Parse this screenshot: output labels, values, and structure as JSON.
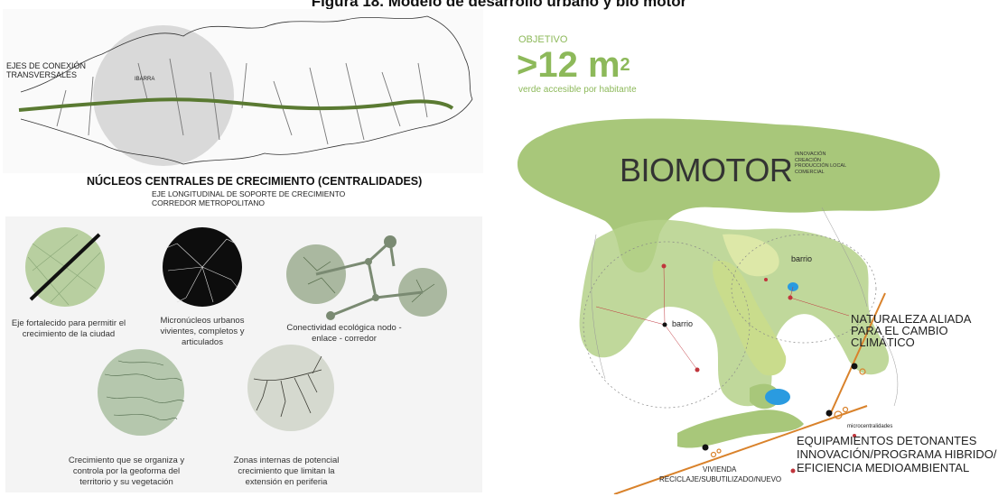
{
  "figure_title": "Figura 18. Modelo de desarrollo urbano y bio motor",
  "map_panel": {
    "label_ejes": "EJES DE CONEXIÓN TRANSVERSALES",
    "label_center": "IBARRA",
    "heading": "NÚCLEOS CENTRALES DE CRECIMIENTO (CENTRALIDADES)",
    "sub1": "EJE LONGITUDINAL DE SOPORTE DE CRECIMIENTO",
    "sub2": "CORREDOR METROPOLITANO"
  },
  "circles_panel": {
    "c1": "Eje fortalecido para permitir el crecimiento de la ciudad",
    "c2": "Micronúcleos urbanos vivientes, completos y articulados",
    "c3": "Conectividad ecológica nodo - enlace - corredor",
    "c4": "Crecimiento que se organiza y controla por la geoforma del territorio y su vegetación",
    "c5": "Zonas internas de potencial crecimiento que limitan la extensión en periferia"
  },
  "objective": {
    "label": "OBJETIVO",
    "value": ">12 m",
    "unit_sup": "2",
    "desc": "verde accesible por habitante"
  },
  "biomotor": {
    "title": "BIOMOTOR",
    "tags": [
      "INNOVACIÓN",
      "CREACIÓN",
      "PRODUCCIÓN LOCAL",
      "COMERCIAL"
    ],
    "barrio1": "barrio",
    "barrio2": "barrio",
    "naturaleza": "NATURALEZA ALIADA PARA EL CAMBIO CLIMÁTICO",
    "microcentralidades": "microcentralidades",
    "equipamientos1": "EQUIPAMIENTOS DETONANTES",
    "equipamientos2": "INNOVACIÓN/PROGRAMA HIBRIDO/",
    "equipamientos3": "EFICIENCIA MEDIOAMBIENTAL",
    "vivienda1": "VIVIENDA",
    "vivienda2": "RECICLAJE/SUBUTILIZADO/NUEVO"
  },
  "colors": {
    "green_main": "#a8c77a",
    "green_light": "#c9dc8c",
    "green_text": "#8db95a",
    "axis_green": "#5a7a32",
    "orange": "#d9822b",
    "water": "#2a9be0"
  }
}
